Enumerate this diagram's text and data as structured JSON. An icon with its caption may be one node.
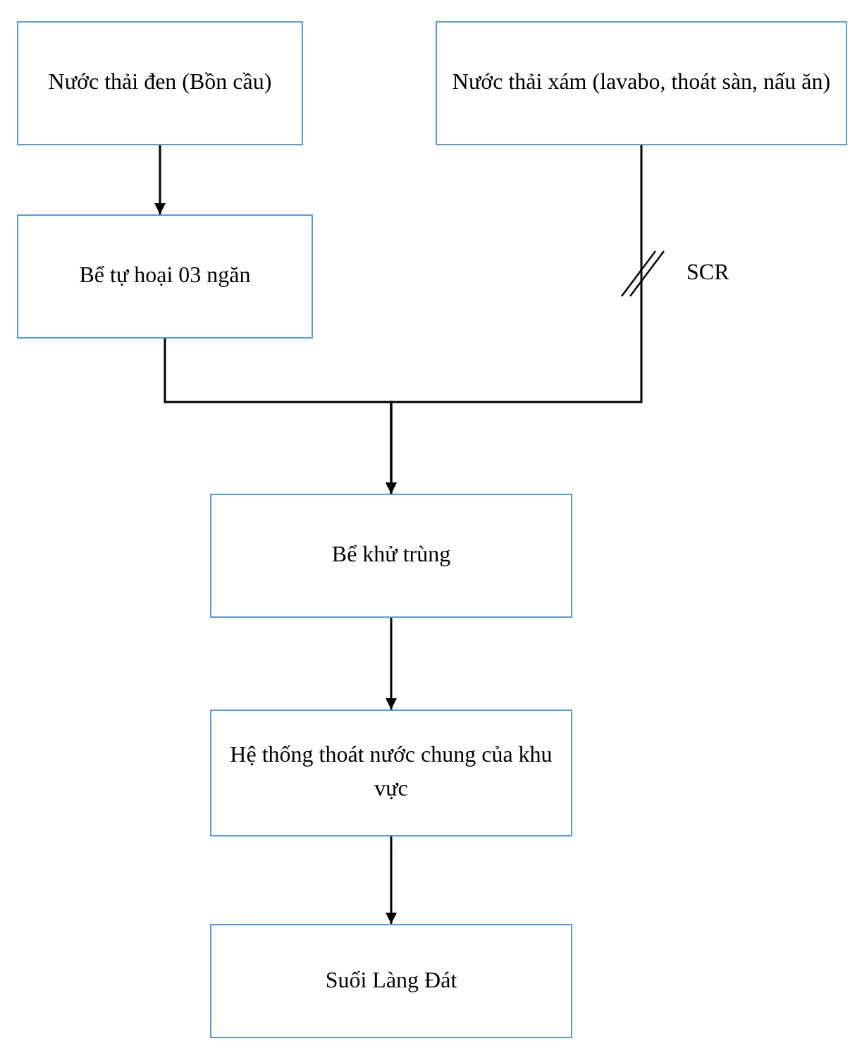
{
  "diagram": {
    "nodes": [
      {
        "text": [
          "Nước thải đen (Bồn cầu)"
        ]
      },
      {
        "text": [
          "Nước thải xám (lavabo, thoát sàn, nấu ăn)"
        ]
      },
      {
        "text": [
          "Bể tự hoại 03 ngăn"
        ]
      },
      {
        "text": [
          "Bể khử trùng"
        ]
      },
      {
        "text": [
          "Hệ thống thoát nước chung của khu vực"
        ]
      },
      {
        "text": [
          "Suối Làng Đát"
        ]
      }
    ],
    "edges": [
      {
        "from": 0,
        "to": 2,
        "arrow": "to"
      },
      {
        "from": 2,
        "to": 3,
        "arrow": "to"
      },
      {
        "from": 1,
        "to": 3,
        "arrow": "to",
        "label": "SCR"
      },
      {
        "from": 3,
        "to": 4,
        "arrow": "to"
      },
      {
        "from": 4,
        "to": 5,
        "arrow": "to"
      }
    ]
  }
}
